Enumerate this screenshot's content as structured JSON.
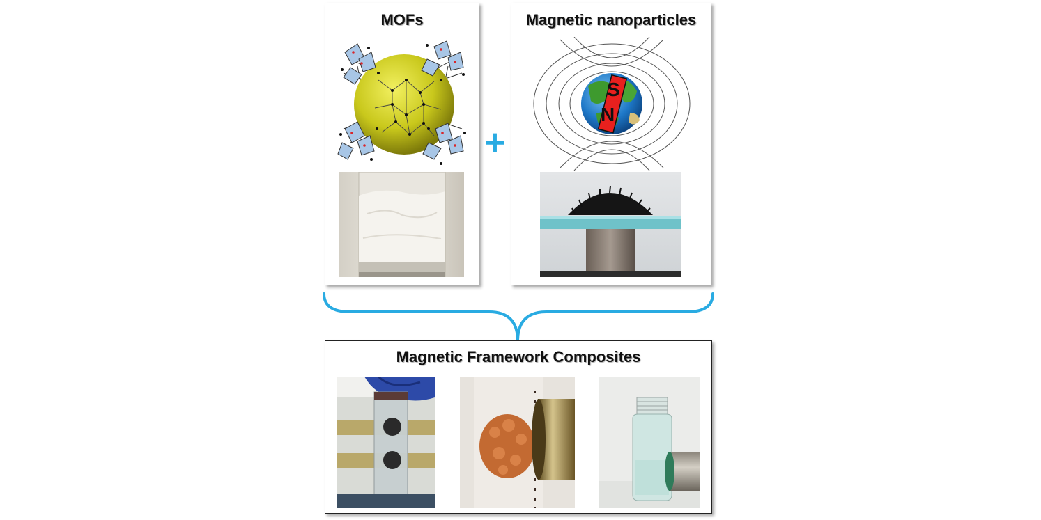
{
  "mofs": {
    "title": "MOFs"
  },
  "magnetic": {
    "title": "Magnetic nanoparticles",
    "pole_s": "S",
    "pole_n": "N"
  },
  "plus_symbol": "+",
  "composites": {
    "title": "Magnetic Framework Composites"
  },
  "colors": {
    "accent_blue": "#29abe2",
    "mof_sphere": "#c9c81c",
    "magnet_red": "#e8201e"
  }
}
